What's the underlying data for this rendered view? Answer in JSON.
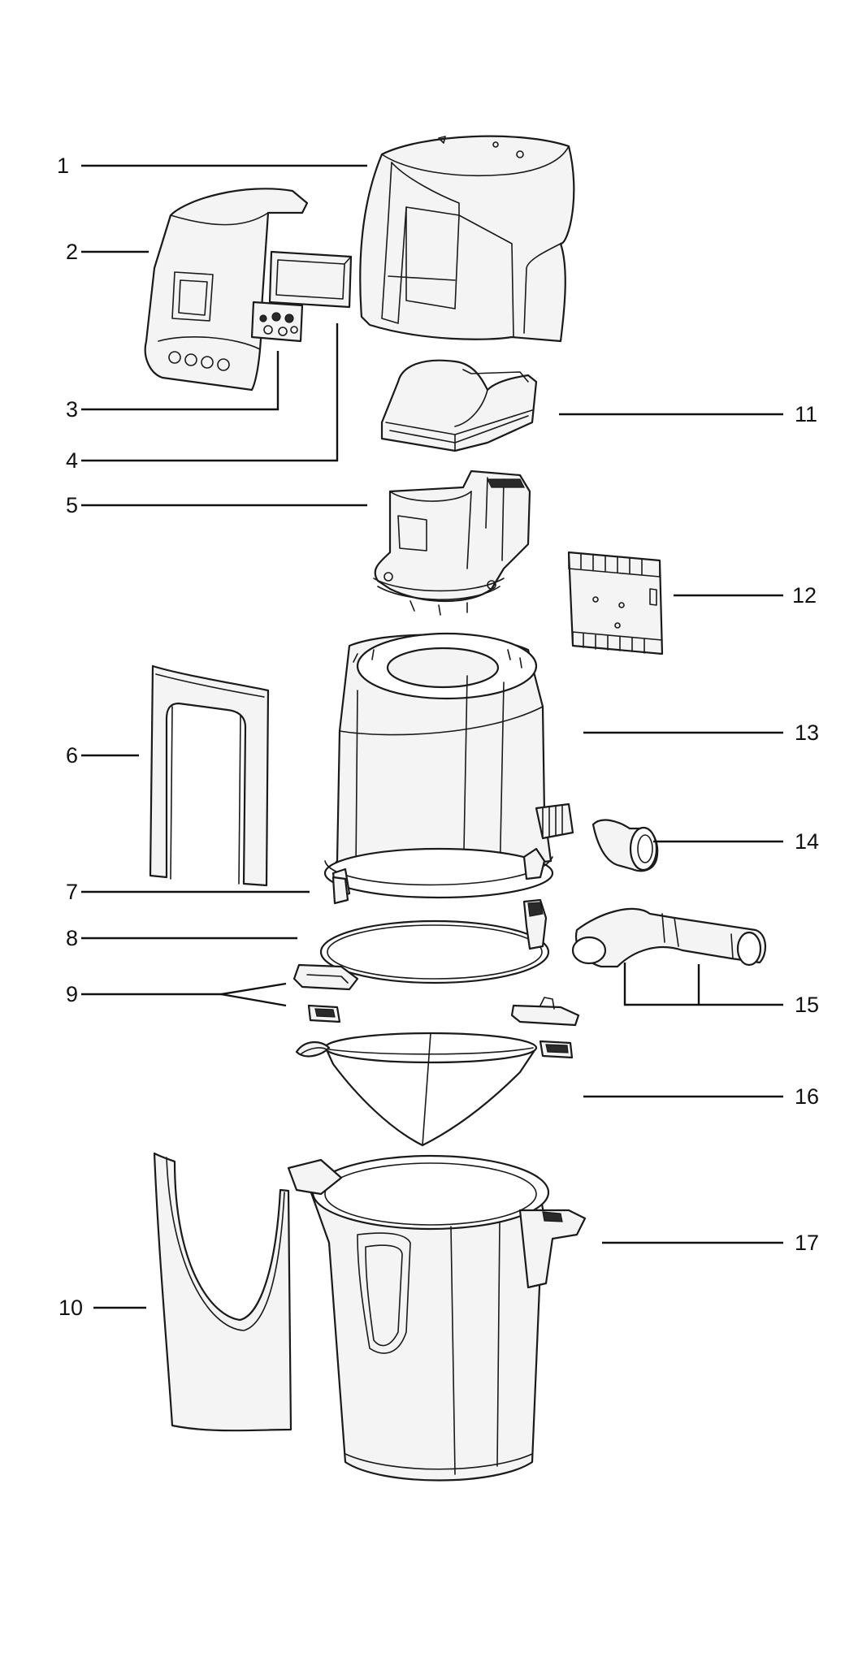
{
  "callouts": [
    {
      "id": "c1",
      "label": "1"
    },
    {
      "id": "c2",
      "label": "2"
    },
    {
      "id": "c3",
      "label": "3"
    },
    {
      "id": "c4",
      "label": "4"
    },
    {
      "id": "c5",
      "label": "5"
    },
    {
      "id": "c6",
      "label": "6"
    },
    {
      "id": "c7",
      "label": "7"
    },
    {
      "id": "c8",
      "label": "8"
    },
    {
      "id": "c9",
      "label": "9"
    },
    {
      "id": "c10",
      "label": "10"
    },
    {
      "id": "c11",
      "label": "11"
    },
    {
      "id": "c12",
      "label": "12"
    },
    {
      "id": "c13",
      "label": "13"
    },
    {
      "id": "c14",
      "label": "14"
    },
    {
      "id": "c15",
      "label": "15"
    },
    {
      "id": "c16",
      "label": "16"
    },
    {
      "id": "c17",
      "label": "17"
    }
  ],
  "colors": {
    "line": "#1a1a1a",
    "fill": "#f4f4f4",
    "background": "#ffffff"
  }
}
